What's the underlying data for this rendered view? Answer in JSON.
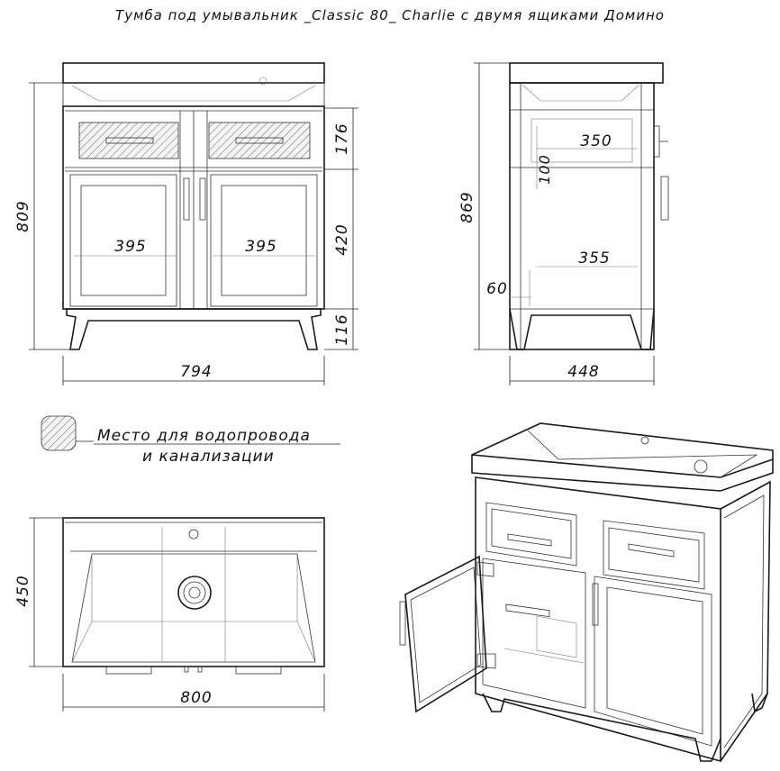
{
  "title": "Тумба под умывальник _Classic 80_ Charlie с двумя ящиками Домино",
  "front_view": {
    "height": "809",
    "width": "794",
    "inner_width_left": "395",
    "inner_width_right": "395",
    "drawer_height": "176",
    "door_height": "420",
    "leg_height": "116"
  },
  "side_view": {
    "height": "869",
    "depth": "448",
    "inner_depth_top": "350",
    "inner_depth_bottom": "355",
    "offset_100": "100",
    "offset_60": "60"
  },
  "legend": {
    "line1": "Место для водопровода",
    "line2": "и канализации"
  },
  "top_view": {
    "depth": "450",
    "width": "800"
  }
}
